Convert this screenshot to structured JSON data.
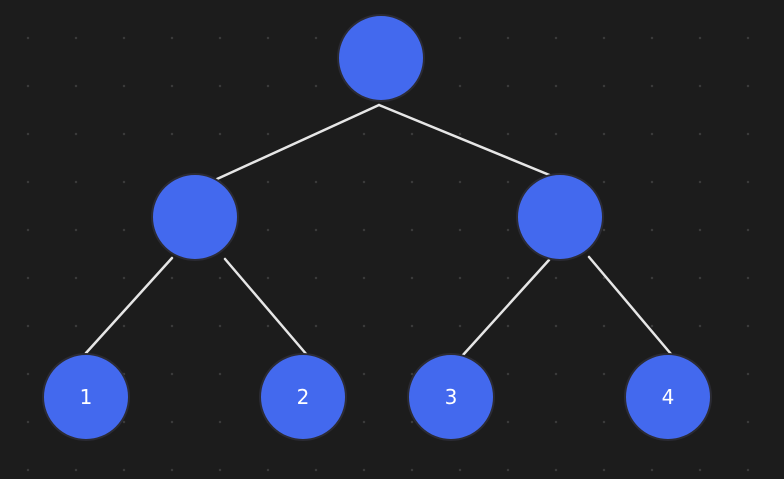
{
  "diagram": {
    "type": "binary-tree",
    "colors": {
      "background": "#1c1c1c",
      "node_fill": "#4369ee",
      "edge": "#e6e6e6",
      "label": "#ffffff"
    },
    "nodes": [
      {
        "id": "root",
        "label": ""
      },
      {
        "id": "left",
        "label": ""
      },
      {
        "id": "right",
        "label": ""
      },
      {
        "id": "leaf1",
        "label": "1"
      },
      {
        "id": "leaf2",
        "label": "2"
      },
      {
        "id": "leaf3",
        "label": "3"
      },
      {
        "id": "leaf4",
        "label": "4"
      }
    ],
    "edges": [
      {
        "from": "root",
        "to": "left"
      },
      {
        "from": "root",
        "to": "right"
      },
      {
        "from": "left",
        "to": "leaf1"
      },
      {
        "from": "left",
        "to": "leaf2"
      },
      {
        "from": "right",
        "to": "leaf3"
      },
      {
        "from": "right",
        "to": "leaf4"
      }
    ]
  }
}
